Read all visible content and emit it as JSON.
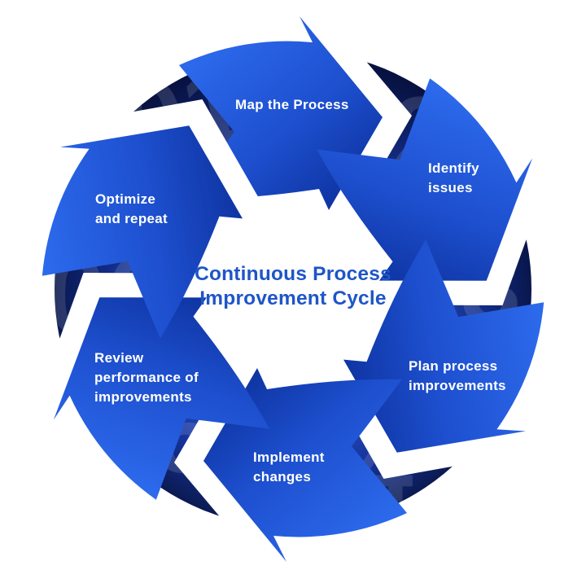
{
  "diagram": {
    "title": {
      "lines": [
        "Continuous Process",
        "Improvement Cycle"
      ],
      "color": "#1e55c8"
    },
    "colors": {
      "arrow_bright": "#2f6ff2",
      "arrow_mid": "#1d4fce",
      "arrow_dark": "#0a2c95",
      "ring_inner": "#2e5ed6",
      "ring_mid": "#16339a",
      "ring_outer": "#0b1a52",
      "label_text": "#ffffff"
    },
    "steps": [
      {
        "number": "01",
        "label_lines": [
          "Map the Process"
        ]
      },
      {
        "number": "02",
        "label_lines": [
          "Identify",
          "issues"
        ]
      },
      {
        "number": "03",
        "label_lines": [
          "Plan process",
          "improvements"
        ]
      },
      {
        "number": "04",
        "label_lines": [
          "Implement",
          "changes"
        ]
      },
      {
        "number": "05",
        "label_lines": [
          "Review",
          "performance of",
          "improvements"
        ]
      },
      {
        "number": "06",
        "label_lines": [
          "Optimize",
          "and repeat"
        ]
      }
    ]
  }
}
